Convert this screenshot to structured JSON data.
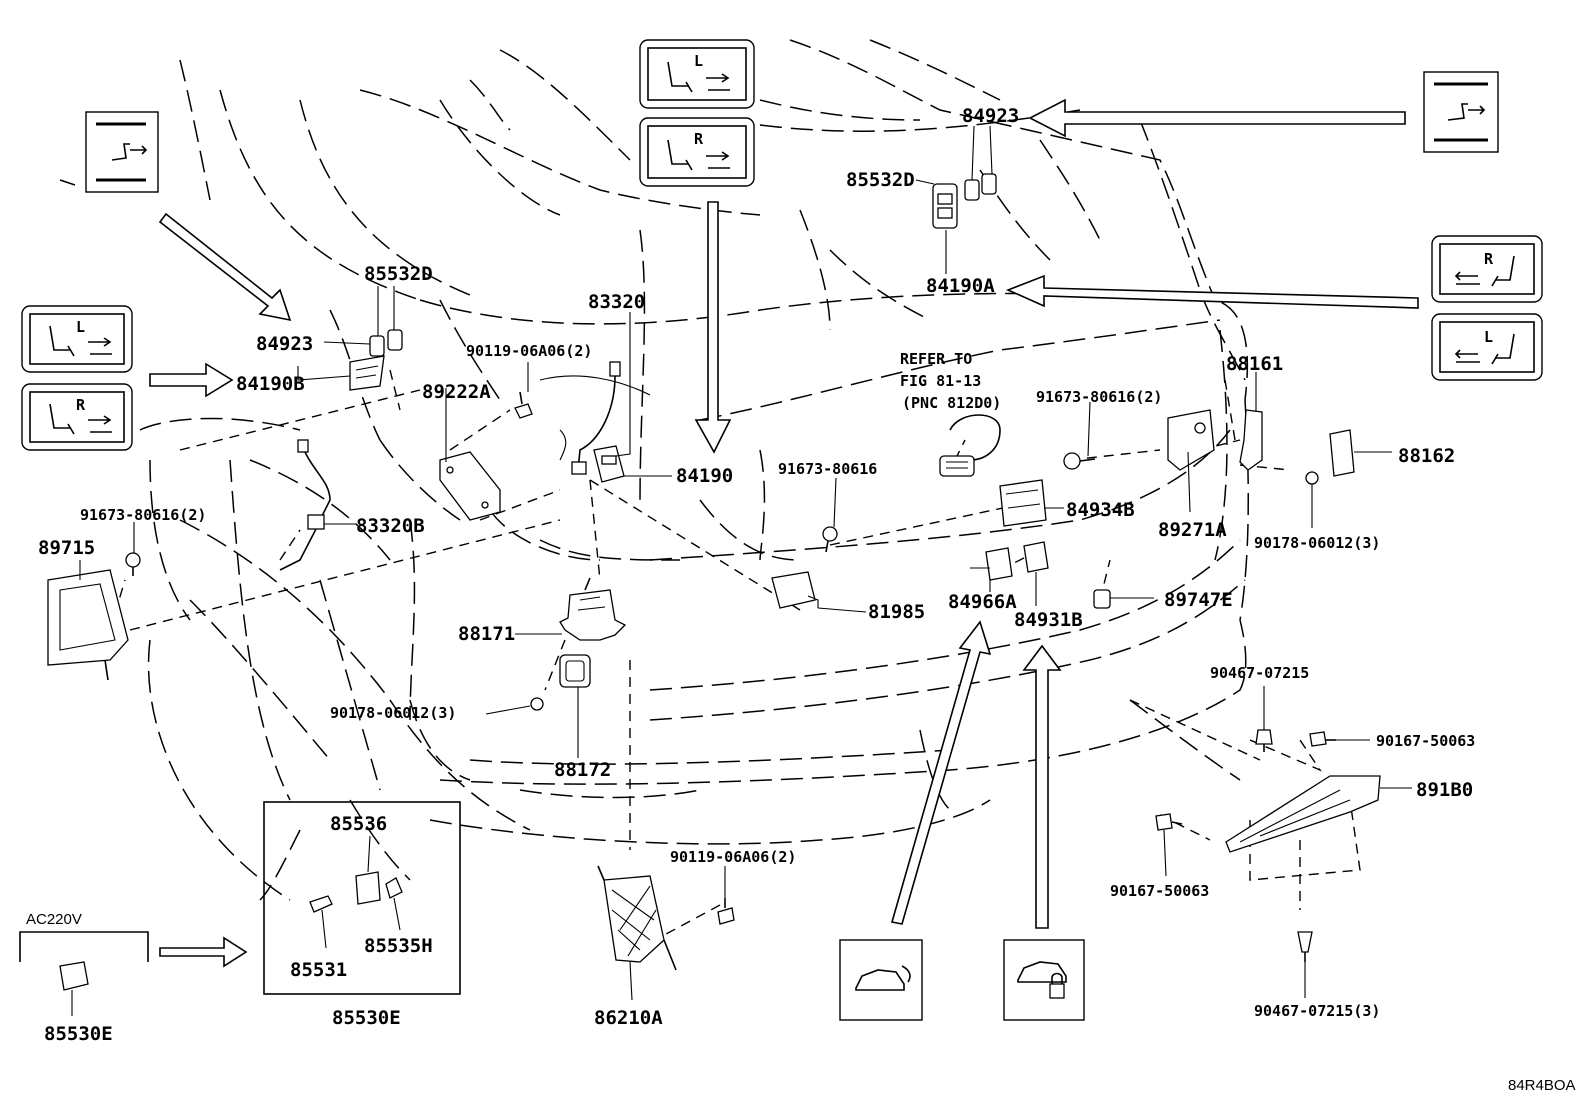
{
  "diagram_id": "84R4BOA",
  "refer_note": {
    "line1": "REFER TO",
    "line2": "FIG 81-13",
    "line3": "(PNC 812D0)"
  },
  "ac_label": "AC220V",
  "labels": {
    "p84923_top": "84923",
    "p85532D_top": "85532D",
    "p84190A": "84190A",
    "p85532D_left": "85532D",
    "p84923_left": "84923",
    "p84190B": "84190B",
    "p83320": "83320",
    "p90119_06A06_2_top": "90119-06A06(2)",
    "p89222A": "89222A",
    "p84190": "84190",
    "p91673_80616": "91673-80616",
    "p91673_80616_2_left": "91673-80616(2)",
    "p83320B": "83320B",
    "p89715": "89715",
    "p88171": "88171",
    "p81985": "81985",
    "p90178_06012_3_left": "90178-06012(3)",
    "p88172": "88172",
    "p91673_80616_2_right": "91673-80616(2)",
    "p88161": "88161",
    "p88162": "88162",
    "p84934B": "84934B",
    "p89271A": "89271A",
    "p90178_06012_3_right": "90178-06012(3)",
    "p84966A": "84966A",
    "p84931B": "84931B",
    "p89747E": "89747E",
    "p90467_07215": "90467-07215",
    "p90167_50063_right": "90167-50063",
    "p891B0": "891B0",
    "p90167_50063_left": "90167-50063",
    "p90467_07215_3": "90467-07215(3)",
    "p85536": "85536",
    "p85535H": "85535H",
    "p85531": "85531",
    "p85530E_box": "85530E",
    "p85530E_outlet": "85530E",
    "p90119_06A06_2_bottom": "90119-06A06(2)",
    "p86210A": "86210A"
  },
  "icons": [
    {
      "name": "seat-slide-icon",
      "letter": ""
    },
    {
      "name": "seat-left-icon",
      "letter": "L"
    },
    {
      "name": "seat-right-icon",
      "letter": "R"
    },
    {
      "name": "rear-door-icon",
      "letter": ""
    },
    {
      "name": "rear-door-lock-icon",
      "letter": ""
    }
  ]
}
